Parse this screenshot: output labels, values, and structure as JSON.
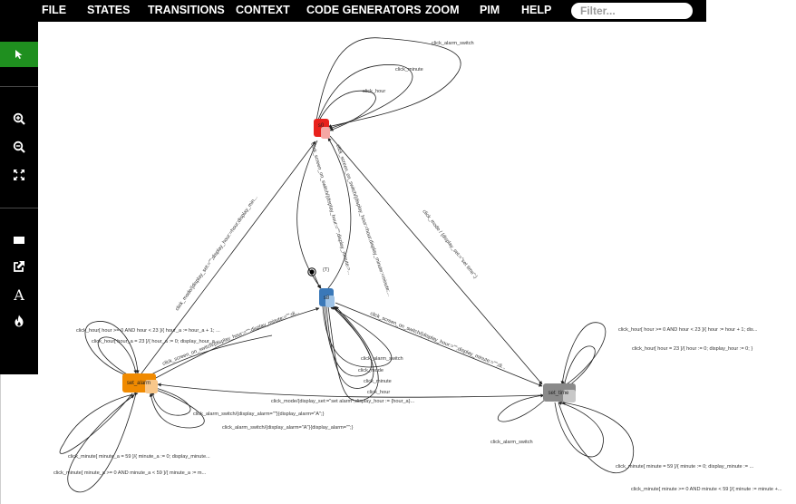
{
  "menu": {
    "items": [
      "FILE",
      "STATES",
      "TRANSITIONS",
      "CONTEXT",
      "CODE GENERATORS",
      "ZOOM",
      "PIM",
      "HELP"
    ],
    "filter_placeholder": "Filter..."
  },
  "toolbar": {
    "tools": [
      {
        "name": "select-tool",
        "icon": "cursor-arrow-icon",
        "active": true
      },
      {
        "name": "zoom-in-tool",
        "icon": "zoom-in-icon",
        "active": false
      },
      {
        "name": "zoom-out-tool",
        "icon": "zoom-out-icon",
        "active": false
      },
      {
        "name": "fit-screen-tool",
        "icon": "expand-arrows-icon",
        "active": false
      },
      {
        "name": "state-tool",
        "icon": "rectangle-icon",
        "active": false
      },
      {
        "name": "transition-tool",
        "icon": "external-link-icon",
        "active": false
      },
      {
        "name": "text-tool",
        "icon": "font-a-icon",
        "active": false
      },
      {
        "name": "fire-tool",
        "icon": "flame-icon",
        "active": false
      }
    ],
    "active_color": "#1f8f1f"
  },
  "diagram": {
    "initial_label": "{T}",
    "states": [
      {
        "id": "s0",
        "label": "s0",
        "color": "#e8211c"
      },
      {
        "id": "s8",
        "label": "s8",
        "color": "#3a78b8"
      },
      {
        "id": "set_alarm",
        "label": "set_alarm",
        "color": "#f08a00"
      },
      {
        "id": "set_time",
        "label": "set_time",
        "color": "#8a8a8a"
      }
    ],
    "edge_labels": {
      "s0_alarm_switch": "click_alarm_switch",
      "s0_minute": "click_minute",
      "s0_hour": "click_hour",
      "s0_to_s8_screen": "click_screen_on_switch/{display_hour:=\"\";display_minute:=...",
      "s8_to_s0_screen": "click_screen_on_switch/{display_hour:=hour;display_minute:=minute;...",
      "s0_to_settime": "click_mode / {display_set:=\"set time\";}",
      "alarm_to_s0": "click_mode/{display_set:=\"\";display_hour:=hour;display_min...",
      "alarm_to_s8": "click_screen_on_switch/{display_hour:=\"\";display_minute:=\"\";di...",
      "s8_to_settime": "click_screen_on_switch/{display_hour:=\"\";display_minute:=\"\";di...",
      "s8_alarm_switch": "click_alarm_switch",
      "s8_mode": "click_mode",
      "s8_minute": "click_minute",
      "s8_hour": "click_hour",
      "alarm_hour_range": "click_hour[ hour >= 0 AND hour < 23 ]/{ hour_a := hour_a + 1; ...",
      "alarm_hour_23": "click_hour[ hour_a = 23 ]/{ hour_a := 0; display_hour_a...",
      "settime_to_alarm": "click_mode/{display_set:=\"set alarm\";display_hour := {hour_a}...",
      "alarm_switch_a": "click_alarm_switch/{display_alarm=\"\"}{display_alarm=\"A\";}",
      "alarm_switch_b": "click_alarm_switch/{display_alarm=\"A\"}{display_alarm=\"\";}",
      "alarm_minute_59": "click_minute[ minute_a = 59 ]/{ minute_a := 0; display_minute...",
      "alarm_minute_range": "click_minute[ minute_a >= 0 AND minute_a < 59 ]/{ minute_a := m...",
      "settime_hour_range": "click_hour[ hour >= 0 AND hour < 23 ]/{ hour := hour + 1; dis...",
      "settime_hour_23": "click_hour[ hour = 23 ]/{ hour := 0; display_hour := 0; }",
      "settime_alarm_switch": "click_alarm_switch",
      "settime_minute_59": "click_minute[ minute = 59 ]/{ minute := 0; display_minute := ...",
      "settime_minute_range": "click_minute[ minute >= 0 AND minute < 59 ]/{ minute := minute +..."
    }
  }
}
